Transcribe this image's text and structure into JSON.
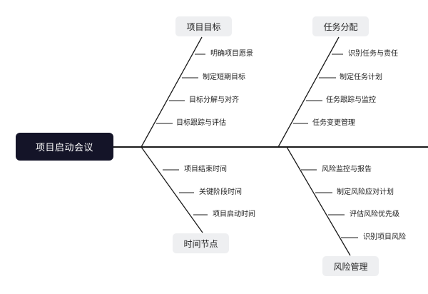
{
  "root": {
    "label": "项目启动会议"
  },
  "categories": {
    "goals": {
      "label": "项目目标",
      "items": [
        "明确项目愿景",
        "制定短期目标",
        "目标分解与对齐",
        "目标跟踪与评估"
      ]
    },
    "tasks": {
      "label": "任务分配",
      "items": [
        "识别任务与责任",
        "制定任务计划",
        "任务跟踪与监控",
        "任务变更管理"
      ]
    },
    "timeline": {
      "label": "时间节点",
      "items": [
        "项目结束时间",
        "关键阶段时间",
        "项目启动时间"
      ]
    },
    "risk": {
      "label": "风险管理",
      "items": [
        "风险监控与报告",
        "制定风险应对计划",
        "评估风险优先级",
        "识别项目风险"
      ]
    }
  },
  "colors": {
    "root_bg": "#141428",
    "line": "#1a1a1a",
    "category_bg": "#eeeff1"
  }
}
